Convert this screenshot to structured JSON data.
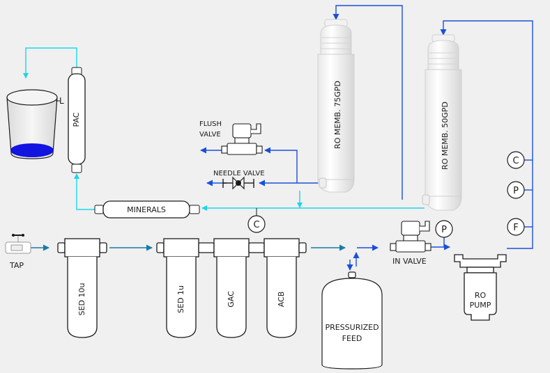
{
  "labels": {
    "tap": "TAP",
    "sed10": "SED 10u",
    "sed1": "SED 1u",
    "gac": "GAC",
    "acb": "ACB",
    "pressurized_line1": "PRESSURIZED",
    "pressurized_line2": "FEED",
    "in_valve": "IN VALVE",
    "ro_pump_line1": "RO",
    "ro_pump_line2": "PUMP",
    "ro_memb_75": "RO MEMB. 75GPD",
    "ro_memb_50": "RO MEMB. 50GPD",
    "flush_line1": "FLUSH",
    "flush_line2": "VALVE",
    "needle_valve": "NEEDLE VALVE",
    "minerals": "MINERALS",
    "pac": "PAC",
    "tank_level": "L",
    "gauge_c": "C",
    "gauge_p": "P",
    "gauge_f": "F"
  },
  "colors": {
    "background": "#f0f0f0",
    "cyan_line": "#18d7ea",
    "blue_line": "#1a4fd8",
    "teal_arrow": "#1a7aa6",
    "water": "#1414e0",
    "outline": "#1a1a1a",
    "membrane_body": "#ffffff"
  }
}
